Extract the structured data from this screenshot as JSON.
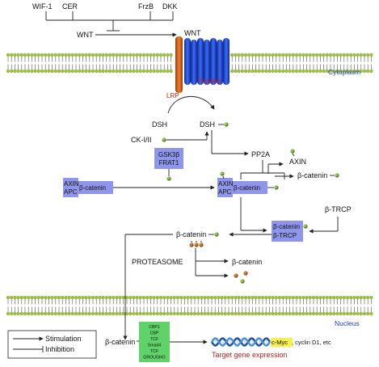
{
  "labels": {
    "wif1": "WIF-1",
    "cer": "CER",
    "frzb": "FrzB",
    "dkk": "DKK",
    "wnt_left": "WNT",
    "wnt_right": "WNT",
    "cytoplasm": "Cytoplasm",
    "lrp": "LRP",
    "frizzled": "Frizzled",
    "dsh_left": "DSH",
    "dsh_right": "DSH",
    "ck": "CK-I/II",
    "pp2a": "PP2A",
    "axin_free": "AXIN",
    "bcat_free": "β-catenin",
    "gsk_line1": "GSK3β",
    "gsk_line2": "FRAT1",
    "axin_apc1_a": "AXIN",
    "axin_apc1_b": "APC",
    "bcat_c1": "β-catenin",
    "axin_apc2_a": "AXIN",
    "axin_apc2_b": "APC",
    "bcat_c2": "β-catenin",
    "btrcp": "β-TRCP",
    "bcat_btrcp_a": "β-catenin",
    "bcat_btrcp_b": "β-TRCP",
    "bcat_ub": "β-catenin",
    "proteasome": "PROTEASOME",
    "bcat_deg": "β-catenin",
    "nucleus": "Nucleus",
    "legend_stim": "Stimulation",
    "legend_inh": "Inhibition",
    "bcat_nuc": "β-catenin",
    "tf": [
      "CBP1",
      "CBP",
      "TCF",
      "Smad4",
      "TCF",
      "GROUGHO"
    ],
    "cmyc": "c-Myc",
    "cyclin": ", cyclin D1, etc",
    "target": "Target gene expression"
  },
  "colors": {
    "box_blue": "#8f95ea",
    "box_green": "#5fd36a",
    "highlight": "#f5f04a",
    "label_red": "#d2201a",
    "label_blue": "#1f3fb0",
    "membrane": "#9cc43a"
  }
}
